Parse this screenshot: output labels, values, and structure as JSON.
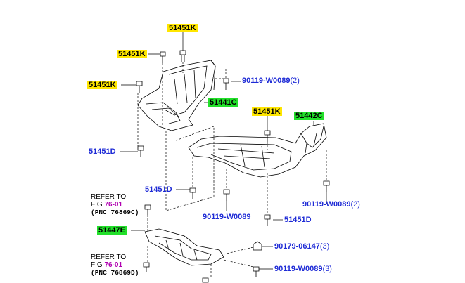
{
  "diagram": {
    "parts": {
      "p51451K_a": "51451K",
      "p51451K_b": "51451K",
      "p51451K_c": "51451K",
      "p51441C": "51441C",
      "p90119_a": "90119-W0089",
      "p90119_a_qty": "(2)",
      "p51451K_d": "51451K",
      "p51442C": "51442C",
      "p51451D_a": "51451D",
      "p51451D_b": "51451D",
      "p90119_b": "90119-W0089",
      "p90119_c": "90119-W0089",
      "p90119_c_qty": "(2)",
      "p51451D_c": "51451D",
      "p51447E": "51447E",
      "p90179": "90179-06147",
      "p90179_qty": "(3)",
      "p90119_d": "90119-W0089",
      "p90119_d_qty": "(3)"
    },
    "refer_1": {
      "line1": "REFER TO",
      "fig_prefix": "FIG",
      "fig": "76-01",
      "pnc": "(PNC 76869C)"
    },
    "refer_2": {
      "line1": "REFER TO",
      "fig_prefix": "FIG",
      "fig": "76-01",
      "pnc": "(PNC 76869D)"
    },
    "colors": {
      "highlight_yellow": "#ffe600",
      "highlight_green": "#22e02a",
      "part_blue": "#1e2bd6",
      "fig_purple": "#b000b0"
    }
  }
}
